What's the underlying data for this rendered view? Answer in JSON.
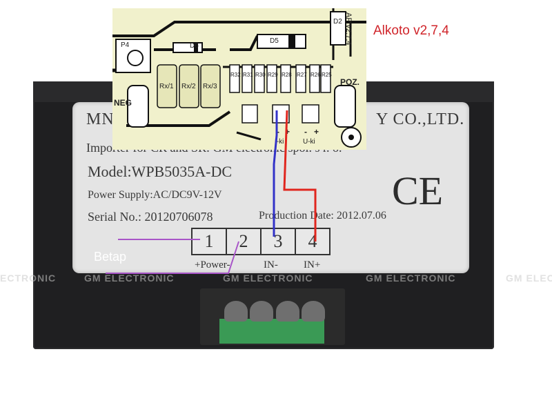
{
  "title": "Alkoto v2,7,4",
  "annotation": "Betap",
  "wire_colors": {
    "blue": "#3232c8",
    "red": "#e0261e",
    "purple": "#a855c8"
  },
  "device": {
    "company_start": "MNF",
    "company_end": "Y CO.,LTD.",
    "importer": "Importer for CR and SR: GM electronic spol. s r. o.",
    "model": "Model:WPB5035A-DC",
    "power_supply": "Power Supply:AC/DC9V-12V",
    "serial": "Serial No.: 20120706078",
    "production_date": "Production Date: 2012.07.06",
    "ce_mark": "CE",
    "terminals": [
      "1",
      "2",
      "3",
      "4"
    ],
    "terminal_labels": {
      "power": "+Power-",
      "in_minus": "IN-",
      "in_plus": "IN+"
    }
  },
  "watermark": "GM ELECTRONIC",
  "watermark_left": "ECTRONIC",
  "watermark_right": "GM ELEC",
  "pcb": {
    "components": [
      "P4",
      "D6",
      "D5",
      "D2",
      "R32",
      "R31",
      "R30",
      "R29",
      "R28",
      "R27",
      "R26",
      "R25",
      "Rx/1",
      "Rx/2",
      "Rx/3"
    ],
    "neg_label": "NEG",
    "poz_label": "POZ.",
    "u_label": "U-ki",
    "i_label": "I-ki",
    "minus": "-",
    "plus": "+",
    "version_mark": "AP v2,7,4"
  }
}
